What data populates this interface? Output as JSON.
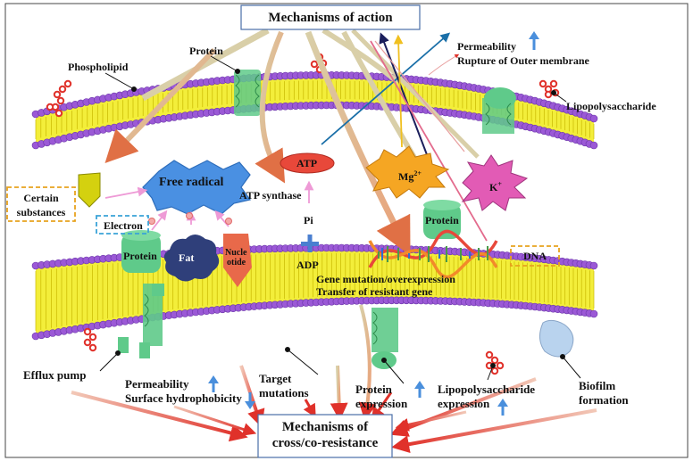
{
  "title": "Mechanisms of action",
  "footer": "Mechanisms of cross/co-resistance",
  "labels": {
    "phospholipid": "Phospholipid",
    "protein_top": "Protein",
    "permeability": "Permeability",
    "rupture": "Rupture of Outer membrane",
    "lps_top": "Lipopolysaccharide",
    "certain_substances": "Certain substances",
    "free_radical": "Free radical",
    "electron": "Electron",
    "protein_left": "Protein",
    "fat": "Fat",
    "nucleotide_a": "Nucle",
    "nucleotide_b": "otide",
    "atp": "ATP",
    "atp_synthase": "ATP synthase",
    "pi": "Pi",
    "adp": "ADP",
    "mg": "Mg",
    "mg_sup": "2+",
    "k": "K",
    "k_sup": "+",
    "protein_mid": "Protein",
    "dna": "DNA",
    "gene_mutation": "Gene mutation/overexpression",
    "transfer": "Transfer of resistant gene",
    "efflux_pump": "Efflux pump",
    "permeability_bottom": "Permeability",
    "surface_hydrophobicity": "Surface hydrophobicity",
    "target_mutations_a": "Target",
    "target_mutations_b": "mutations",
    "protein_expression_a": "Protein",
    "protein_expression_b": "expression",
    "lps_expression_a": "Lipopolysaccharide",
    "lps_expression_b": "expression",
    "biofilm_a": "Biofilm",
    "biofilm_b": "formation"
  },
  "colors": {
    "membrane_head": "#9b59d6",
    "membrane_tail": "#f3ee3a",
    "protein": "#5fca8a",
    "free_radical": "#4a90e2",
    "atp": "#e8483a",
    "mg": "#f5a623",
    "k": "#e25bb5",
    "fat": "#2f3f7a",
    "nucleotide": "#e8694a",
    "orange_arrow": "#e07045",
    "up_arrow": "#4a8fdc",
    "dashed_orange": "#e8a21e",
    "dashed_blue": "#3aa3d8",
    "red_arrow": "#e0312a"
  }
}
